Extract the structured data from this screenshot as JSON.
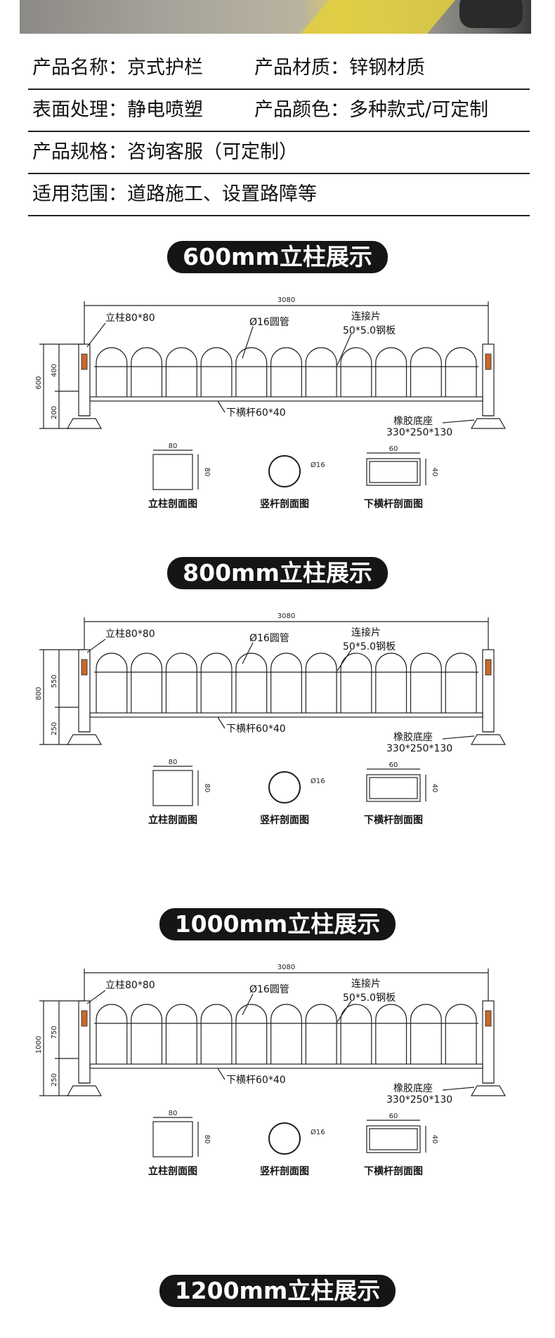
{
  "specs": [
    {
      "left": "产品名称：京式护栏",
      "right": "产品材质：锌钢材质"
    },
    {
      "left": "表面处理：静电喷塑",
      "right": "产品颜色：多种款式/可定制"
    },
    {
      "left": "产品规格：咨询客服（可定制）",
      "right": ""
    },
    {
      "left": "适用范围：道路施工、设置路障等",
      "right": ""
    }
  ],
  "sections": [
    {
      "title": "600mm立柱展示",
      "total_width": "3080",
      "height_total": "600",
      "height_upper": "400",
      "height_lower": "200",
      "post_label": "立柱80*80",
      "tube_label": "Ø16圆管",
      "connector_label": "连接片",
      "plate_label": "50*5.0钢板",
      "rail_label": "下横杆60*40",
      "base_label": "橡胶底座",
      "base_size": "330*250*130",
      "post_section_w": "80",
      "post_section_h": "80",
      "tube_section": "Ø16",
      "rail_section_w": "60",
      "rail_section_h": "40",
      "cap_post": "立柱剖面图",
      "cap_tube": "竖杆剖面图",
      "cap_rail": "下横杆剖面图"
    },
    {
      "title": "800mm立柱展示",
      "total_width": "3080",
      "height_total": "800",
      "height_upper": "550",
      "height_lower": "250",
      "post_label": "立柱80*80",
      "tube_label": "Ø16圆管",
      "connector_label": "连接片",
      "plate_label": "50*5.0钢板",
      "rail_label": "下横杆60*40",
      "base_label": "橡胶底座",
      "base_size": "330*250*130",
      "post_section_w": "80",
      "post_section_h": "80",
      "tube_section": "Ø16",
      "rail_section_w": "60",
      "rail_section_h": "40",
      "cap_post": "立柱剖面图",
      "cap_tube": "竖杆剖面图",
      "cap_rail": "下横杆剖面图"
    },
    {
      "title": "1000mm立柱展示",
      "total_width": "3080",
      "height_total": "1000",
      "height_upper": "750",
      "height_lower": "250",
      "post_label": "立柱80*80",
      "tube_label": "Ø16圆管",
      "connector_label": "连接片",
      "plate_label": "50*5.0钢板",
      "rail_label": "下横杆60*40",
      "base_label": "橡胶底座",
      "base_size": "330*250*130",
      "post_section_w": "80",
      "post_section_h": "80",
      "tube_section": "Ø16",
      "rail_section_w": "60",
      "rail_section_h": "40",
      "cap_post": "立柱剖面图",
      "cap_tube": "竖杆剖面图",
      "cap_rail": "下横杆剖面图"
    },
    {
      "title": "1200mm立柱展示"
    }
  ],
  "colors": {
    "pill_bg": "#151515",
    "line": "#222222",
    "reflector": "#c8682a"
  }
}
